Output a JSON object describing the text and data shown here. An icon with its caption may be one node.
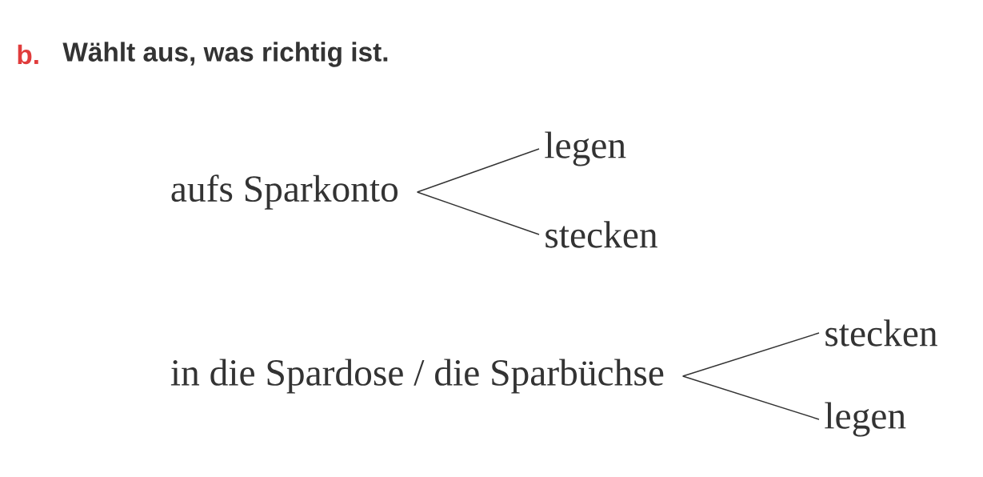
{
  "diagram": {
    "title": "Wählt aus, was richtig ist.",
    "nodes": [
      {
        "text": [
          "aufs Sparkonto"
        ]
      },
      {
        "text": [
          "legen"
        ]
      },
      {
        "text": [
          "stecken"
        ]
      },
      {
        "text": [
          "in die Spardose / die Sparbüchse"
        ]
      },
      {
        "text": [
          "stecken"
        ]
      },
      {
        "text": [
          "legen"
        ]
      }
    ],
    "edges": [
      {
        "from": 0,
        "to": 1,
        "arrow": "none"
      },
      {
        "from": 0,
        "to": 2,
        "arrow": "none"
      },
      {
        "from": 3,
        "to": 4,
        "arrow": "none"
      },
      {
        "from": 3,
        "to": 5,
        "arrow": "none"
      }
    ],
    "labels": [
      "b."
    ]
  }
}
